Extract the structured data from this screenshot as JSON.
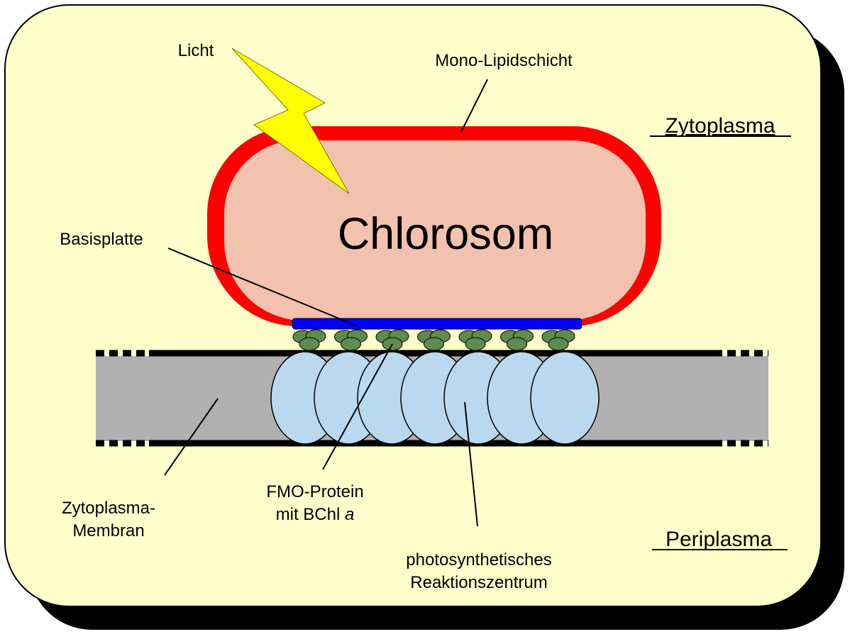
{
  "diagram": {
    "main_title": "Chlorosom",
    "labels": {
      "light": "Licht",
      "mono_lipid": "Mono-Lipidschicht",
      "cytoplasm": "Zytoplasma",
      "base_plate": "Basisplatte",
      "membrane_line1": "Zytoplasma-",
      "membrane_line2": "Membran",
      "fmo_line1": "FMO-Protein",
      "fmo_line2_prefix": "mit BChl ",
      "fmo_line2_italic": "a",
      "periplasm": "Periplasma",
      "rc_line1": "photosynthetisches",
      "rc_line2": "Reaktionszentrum"
    },
    "colors": {
      "background": "#FFFFCC",
      "chlorosome_fill": "#F2C2AE",
      "lipid_layer": "#FF0000",
      "base_plate": "#0000FF",
      "fmo_protein": "#5E8B4E",
      "reaction_center": "#BAD8EE",
      "membrane": "#B0B0B0",
      "lightning": "#FFFF00"
    },
    "counts": {
      "fmo_trimers": 7,
      "reaction_centers": 7
    }
  }
}
